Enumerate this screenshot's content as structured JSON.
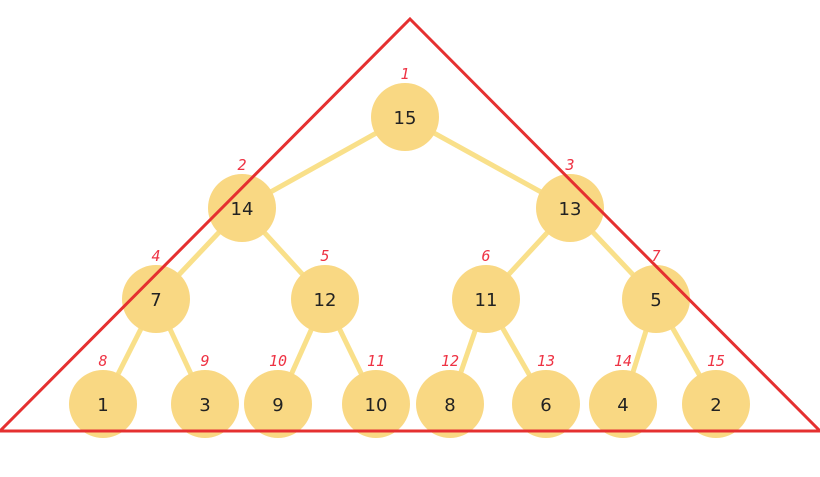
{
  "diagram": {
    "nodes": [
      {
        "index": "1",
        "value": "15"
      },
      {
        "index": "2",
        "value": "14"
      },
      {
        "index": "3",
        "value": "13"
      },
      {
        "index": "4",
        "value": "7"
      },
      {
        "index": "5",
        "value": "12"
      },
      {
        "index": "6",
        "value": "11"
      },
      {
        "index": "7",
        "value": "5"
      },
      {
        "index": "8",
        "value": "1"
      },
      {
        "index": "9",
        "value": "3"
      },
      {
        "index": "10",
        "value": "9"
      },
      {
        "index": "11",
        "value": "10"
      },
      {
        "index": "12",
        "value": "8"
      },
      {
        "index": "13",
        "value": "6"
      },
      {
        "index": "14",
        "value": "4"
      },
      {
        "index": "15",
        "value": "2"
      }
    ],
    "colors": {
      "node_fill": "#f9d883",
      "edge": "#f9e08a",
      "index_label": "#ee3344",
      "triangle_outline": "#e53030"
    }
  }
}
